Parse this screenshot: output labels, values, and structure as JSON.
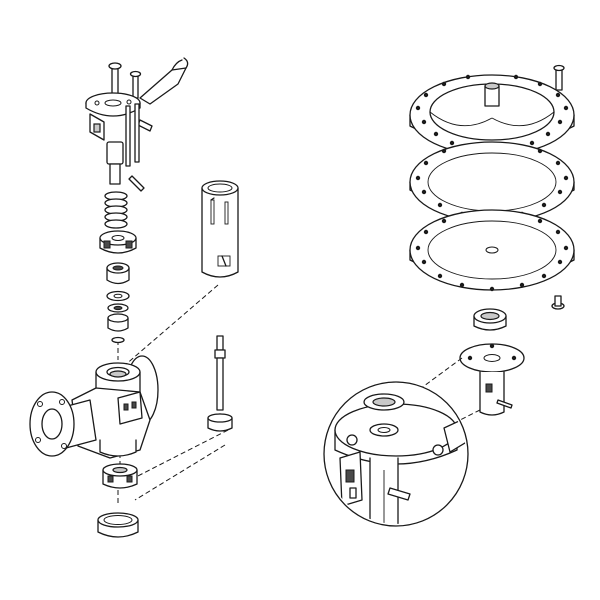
{
  "figure": {
    "kind": "exploded-assembly-drawing",
    "colors": {
      "line": "#1a1a1a",
      "shade": "#c9c9c9",
      "background": "#ffffff"
    }
  },
  "parts": [
    {
      "id": "yoke-with-bolts",
      "icon": "yoke-assembly-icon"
    },
    {
      "id": "valve-stem-with-spring",
      "icon": "spring-stem-icon"
    },
    {
      "id": "packing-nut",
      "icon": "nut-icon"
    },
    {
      "id": "packing-rings",
      "icon": "packing-ring-icon"
    },
    {
      "id": "valve-body-flanged",
      "icon": "valve-body-icon"
    },
    {
      "id": "valve-cage",
      "icon": "cage-sleeve-icon"
    },
    {
      "id": "valve-plug",
      "icon": "plug-icon"
    },
    {
      "id": "seat-ring",
      "icon": "seat-ring-icon"
    },
    {
      "id": "diaphragm-casing-upper",
      "icon": "diaphragm-casing-icon"
    },
    {
      "id": "diaphragm",
      "icon": "diaphragm-icon"
    },
    {
      "id": "diaphragm-casing-lower",
      "icon": "diaphragm-casing-icon"
    },
    {
      "id": "bushing",
      "icon": "bushing-icon"
    },
    {
      "id": "actuator-yoke-flange",
      "icon": "flange-icon"
    },
    {
      "id": "detail-magnifier",
      "icon": "magnifier-detail-icon"
    }
  ]
}
